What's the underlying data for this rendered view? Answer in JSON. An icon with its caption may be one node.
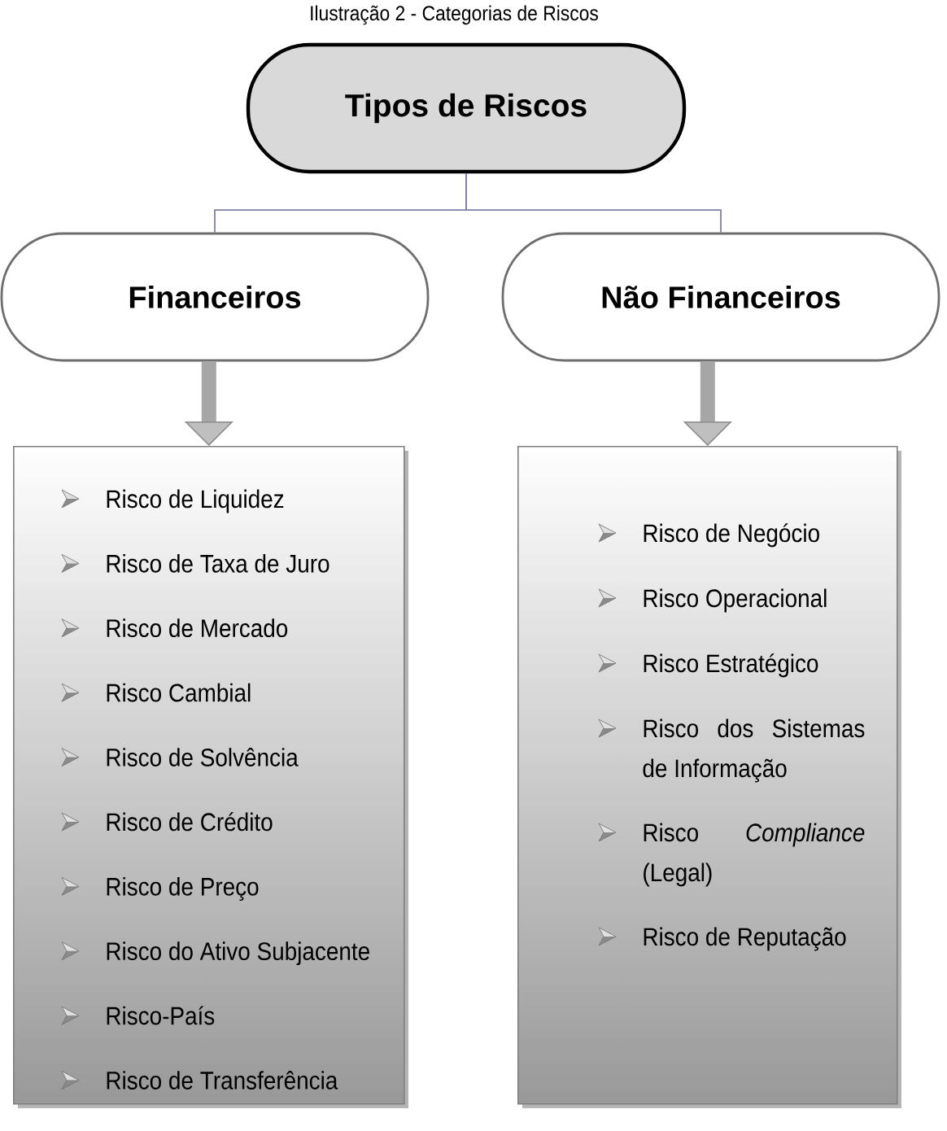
{
  "diagram": {
    "title": "Ilustração 2 - Categorias de Riscos",
    "nodes": [
      {
        "text": [
          "Tipos de Riscos"
        ]
      },
      {
        "text": [
          "Financeiros"
        ]
      },
      {
        "text": [
          "Não Financeiros"
        ]
      },
      {
        "text": [
          "Risco de Liquidez",
          "Risco de Taxa de Juro",
          "Risco de Mercado",
          "Risco Cambial",
          "Risco de Solvência",
          "Risco de Crédito",
          "Risco de Preço",
          "Risco do Ativo Subjacente",
          "Risco-País",
          "Risco de Transferência"
        ]
      },
      {
        "text": [
          "Risco de Negócio",
          "Risco Operacional",
          "Risco Estratégico",
          "Risco dos Sistemas de Informação",
          "Risco *Compliance* (Legal)",
          "Risco de Reputação"
        ]
      }
    ],
    "edges": [
      {
        "from": 0,
        "to": 1,
        "arrow": "none"
      },
      {
        "from": 0,
        "to": 2,
        "arrow": "none"
      },
      {
        "from": 1,
        "to": 3,
        "arrow": "to",
        "style": "thick"
      },
      {
        "from": 2,
        "to": 4,
        "arrow": "to",
        "style": "thick"
      }
    ]
  }
}
